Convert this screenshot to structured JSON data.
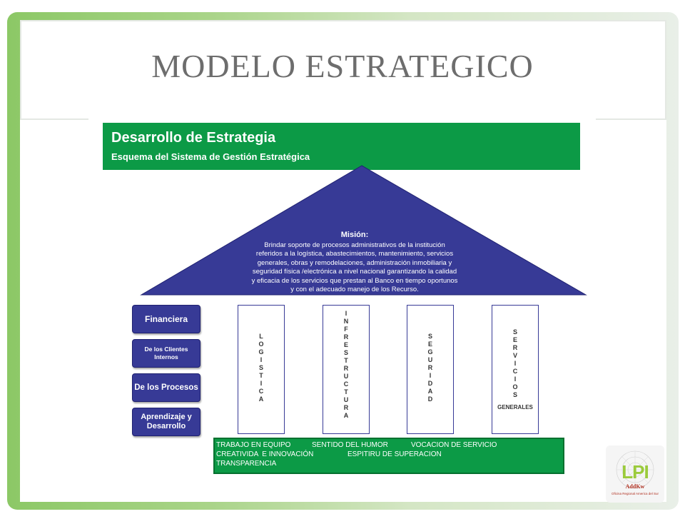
{
  "slide": {
    "title": "MODELO ESTRATEGICO"
  },
  "diagram": {
    "header": {
      "title": "Desarrollo de Estrategia",
      "subtitle": "Esquema del Sistema de Gestión Estratégica"
    },
    "mision": {
      "title": "Misión:",
      "text": "Brindar soporte de  procesos administrativos de la institución referidos a la logística, abastecimientos, mantenimiento, servicios generales, obras y remodelaciones, administración inmobiliaria y seguridad física /electrónica a nivel nacional garantizando la calidad y eficacia de los servicios que prestan al Banco en tiempo oportunos y con el adecuado manejo de los Recurso."
    },
    "perspectives": [
      {
        "label": "Financiera"
      },
      {
        "label": "De los Clientes Internos"
      },
      {
        "label": "De los Procesos"
      },
      {
        "label": "Aprendizaje y Desarrollo"
      }
    ],
    "pillars": [
      {
        "letters": "LOGISTICA",
        "suffix": ""
      },
      {
        "letters": "INFRESTRUCTURA",
        "suffix": ""
      },
      {
        "letters": "SEGURIDAD",
        "suffix": ""
      },
      {
        "letters": "SERVICIOS",
        "suffix": "GENERALES"
      }
    ],
    "values": {
      "row1": [
        "TRABAJO EN EQUIPO",
        "SENTIDO DEL HUMOR",
        "VOCACION DE SERVICIO"
      ],
      "row2": [
        "CREATIVIDA  E INNOVACIÓN",
        "ESPITIRU DE SUPERACION"
      ],
      "row3": [
        "TRANSPARENCIA"
      ]
    }
  },
  "logo": {
    "mark": "LPI",
    "name": "AddKw",
    "caption": "Oficina Regional America del Sur"
  },
  "colors": {
    "frame_green": "#8cc866",
    "header_green": "#0c9a46",
    "roof_blue": "#373a96",
    "title_gray": "#6d6d6d"
  }
}
